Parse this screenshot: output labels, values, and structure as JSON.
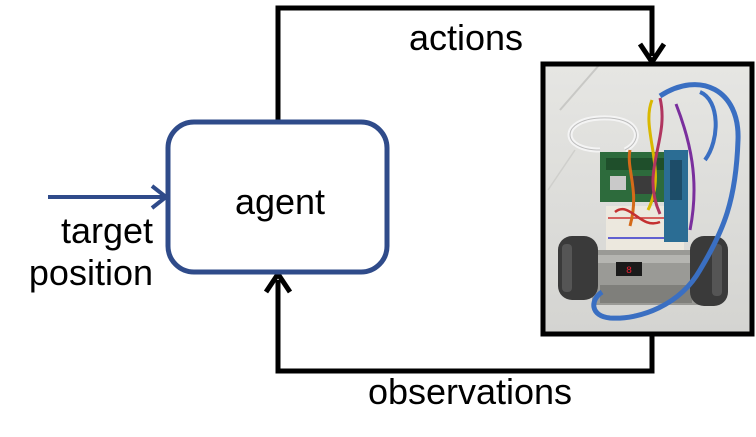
{
  "diagram": {
    "agent_label": "agent",
    "actions_label": "actions",
    "observations_label": "observations",
    "input_label_line1": "target",
    "input_label_line2": "position",
    "colors": {
      "agent_border": "#2f4b8a",
      "input_arrow": "#2f4b8a",
      "loop_lines": "#000000",
      "robot_frame": "#000000",
      "photo_background": "#dcdcda"
    },
    "robot_photo": {
      "subject": "two-wheeled self-balancing robot with breadboard, microcontroller board and wiring"
    }
  }
}
